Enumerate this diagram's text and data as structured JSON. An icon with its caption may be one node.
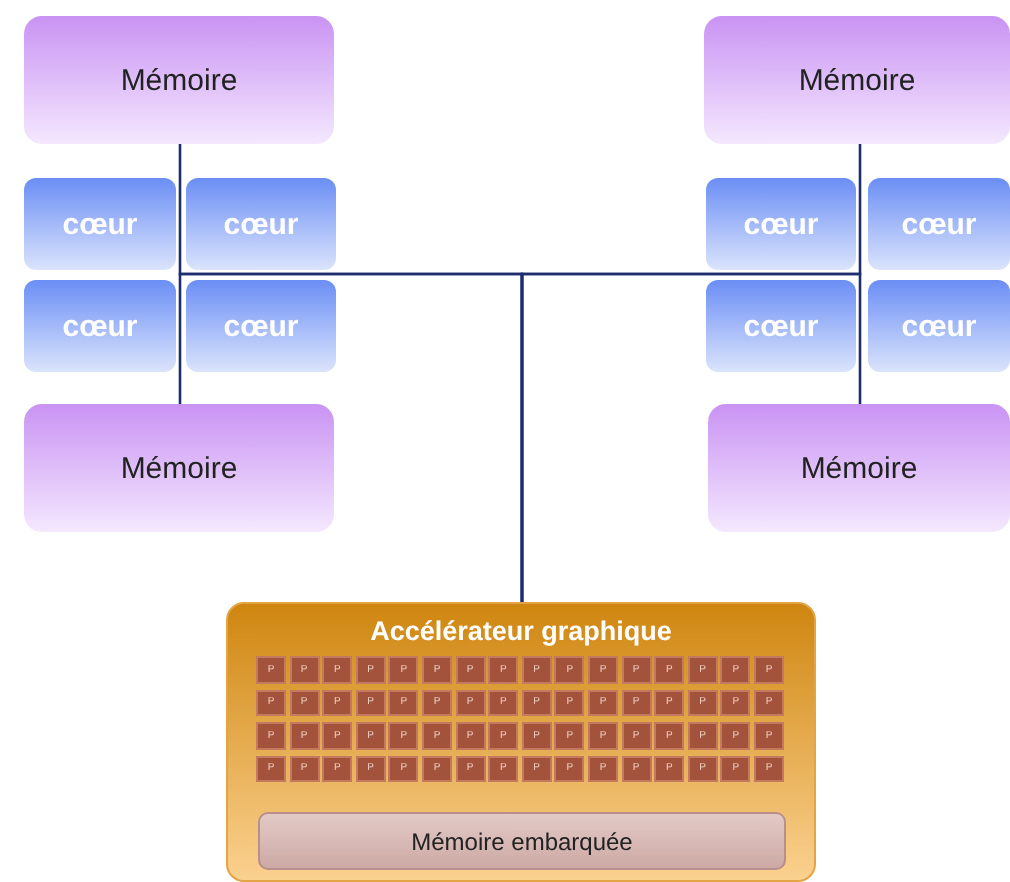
{
  "diagram": {
    "nodes": [
      {
        "text": [
          "Mémoire"
        ]
      },
      {
        "text": [
          "Mémoire"
        ]
      },
      {
        "text": [
          "cœur"
        ]
      },
      {
        "text": [
          "cœur"
        ]
      },
      {
        "text": [
          "cœur"
        ]
      },
      {
        "text": [
          "cœur"
        ]
      },
      {
        "text": [
          "cœur"
        ]
      },
      {
        "text": [
          "cœur"
        ]
      },
      {
        "text": [
          "cœur"
        ]
      },
      {
        "text": [
          "cœur"
        ]
      },
      {
        "text": [
          "Mémoire"
        ]
      },
      {
        "text": [
          "Mémoire"
        ]
      },
      {
        "text": [
          "Accélérateur graphique"
        ]
      },
      {
        "text": [
          "P"
        ],
        "in": 12
      },
      {
        "text": [
          "P"
        ],
        "in": 12
      },
      {
        "text": [
          "P"
        ],
        "in": 12
      },
      {
        "text": [
          "P"
        ],
        "in": 12
      },
      {
        "text": [
          "P"
        ],
        "in": 12
      },
      {
        "text": [
          "P"
        ],
        "in": 12
      },
      {
        "text": [
          "P"
        ],
        "in": 12
      },
      {
        "text": [
          "P"
        ],
        "in": 12
      },
      {
        "text": [
          "P"
        ],
        "in": 12
      },
      {
        "text": [
          "P"
        ],
        "in": 12
      },
      {
        "text": [
          "P"
        ],
        "in": 12
      },
      {
        "text": [
          "P"
        ],
        "in": 12
      },
      {
        "text": [
          "P"
        ],
        "in": 12
      },
      {
        "text": [
          "P"
        ],
        "in": 12
      },
      {
        "text": [
          "P"
        ],
        "in": 12
      },
      {
        "text": [
          "P"
        ],
        "in": 12
      },
      {
        "text": [
          "P"
        ],
        "in": 12
      },
      {
        "text": [
          "P"
        ],
        "in": 12
      },
      {
        "text": [
          "P"
        ],
        "in": 12
      },
      {
        "text": [
          "P"
        ],
        "in": 12
      },
      {
        "text": [
          "P"
        ],
        "in": 12
      },
      {
        "text": [
          "P"
        ],
        "in": 12
      },
      {
        "text": [
          "P"
        ],
        "in": 12
      },
      {
        "text": [
          "P"
        ],
        "in": 12
      },
      {
        "text": [
          "P"
        ],
        "in": 12
      },
      {
        "text": [
          "P"
        ],
        "in": 12
      },
      {
        "text": [
          "P"
        ],
        "in": 12
      },
      {
        "text": [
          "P"
        ],
        "in": 12
      },
      {
        "text": [
          "P"
        ],
        "in": 12
      },
      {
        "text": [
          "P"
        ],
        "in": 12
      },
      {
        "text": [
          "P"
        ],
        "in": 12
      },
      {
        "text": [
          "P"
        ],
        "in": 12
      },
      {
        "text": [
          "P"
        ],
        "in": 12
      },
      {
        "text": [
          "P"
        ],
        "in": 12
      },
      {
        "text": [
          "P"
        ],
        "in": 12
      },
      {
        "text": [
          "P"
        ],
        "in": 12
      },
      {
        "text": [
          "P"
        ],
        "in": 12
      },
      {
        "text": [
          "P"
        ],
        "in": 12
      },
      {
        "text": [
          "P"
        ],
        "in": 12
      },
      {
        "text": [
          "P"
        ],
        "in": 12
      },
      {
        "text": [
          "P"
        ],
        "in": 12
      },
      {
        "text": [
          "P"
        ],
        "in": 12
      },
      {
        "text": [
          "P"
        ],
        "in": 12
      },
      {
        "text": [
          "P"
        ],
        "in": 12
      },
      {
        "text": [
          "P"
        ],
        "in": 12
      },
      {
        "text": [
          "P"
        ],
        "in": 12
      },
      {
        "text": [
          "P"
        ],
        "in": 12
      },
      {
        "text": [
          "P"
        ],
        "in": 12
      },
      {
        "text": [
          "P"
        ],
        "in": 12
      },
      {
        "text": [
          "P"
        ],
        "in": 12
      },
      {
        "text": [
          "P"
        ],
        "in": 12
      },
      {
        "text": [
          "P"
        ],
        "in": 12
      },
      {
        "text": [
          "P"
        ],
        "in": 12
      },
      {
        "text": [
          "P"
        ],
        "in": 12
      },
      {
        "text": [
          "P"
        ],
        "in": 12
      },
      {
        "text": [
          "P"
        ],
        "in": 12
      },
      {
        "text": [
          "P"
        ],
        "in": 12
      },
      {
        "text": [
          "P"
        ],
        "in": 12
      },
      {
        "text": [
          "P"
        ],
        "in": 12
      },
      {
        "text": [
          "P"
        ],
        "in": 12
      },
      {
        "text": [
          "P"
        ],
        "in": 12
      },
      {
        "text": [
          "P"
        ],
        "in": 12
      },
      {
        "text": [
          "P"
        ],
        "in": 12
      },
      {
        "text": [
          "P"
        ],
        "in": 12
      },
      {
        "text": [
          "Mémoire embarquée"
        ],
        "in": 12
      }
    ],
    "edges": [
      {
        "from": 0,
        "to": 12,
        "arrow": "none"
      },
      {
        "from": 1,
        "to": 12,
        "arrow": "none"
      },
      {
        "from": 10,
        "to": 12,
        "arrow": "none"
      },
      {
        "from": 11,
        "to": 12,
        "arrow": "none"
      }
    ]
  }
}
